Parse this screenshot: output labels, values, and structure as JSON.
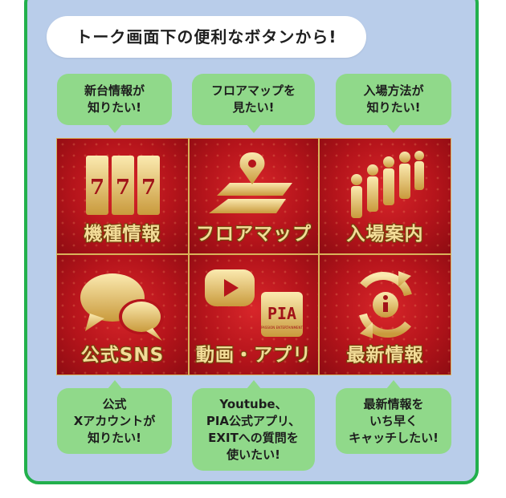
{
  "headline": "トーク画面下の便利なボタンから!",
  "top_tips": [
    {
      "text": "新台情報が\n知りたい!"
    },
    {
      "text": "フロアマップを\n見たい!"
    },
    {
      "text": "入場方法が\n知りたい!"
    }
  ],
  "buttons": [
    {
      "label": "機種情報",
      "icon": "slot-777-icon"
    },
    {
      "label": "フロアマップ",
      "icon": "map-pin-icon"
    },
    {
      "label": "入場案内",
      "icon": "people-queue-icon"
    },
    {
      "label": "公式SNS",
      "icon": "chat-bubbles-icon"
    },
    {
      "label": "動画・アプリ",
      "icon": "video-app-icon"
    },
    {
      "label": "最新情報",
      "icon": "info-refresh-icon"
    }
  ],
  "slot_digits": [
    "7",
    "7",
    "7"
  ],
  "app_badge": {
    "main": "PIA",
    "sub": "PASSION ENTERTAINMENT"
  },
  "bottom_tips": [
    {
      "text": "公式\nXアカウントが\n知りたい!"
    },
    {
      "text": "Youtube、\nPIA公式アプリ、\nEXITへの質問を\n使いたい!"
    },
    {
      "text": "最新情報を\nいち早く\nキャッチしたい!"
    }
  ],
  "colors": {
    "frame": "#22b04c",
    "panel": "#b9cdea",
    "tip": "#90d98a",
    "button_red": "#b5141b",
    "gold": "#e8c66e"
  }
}
